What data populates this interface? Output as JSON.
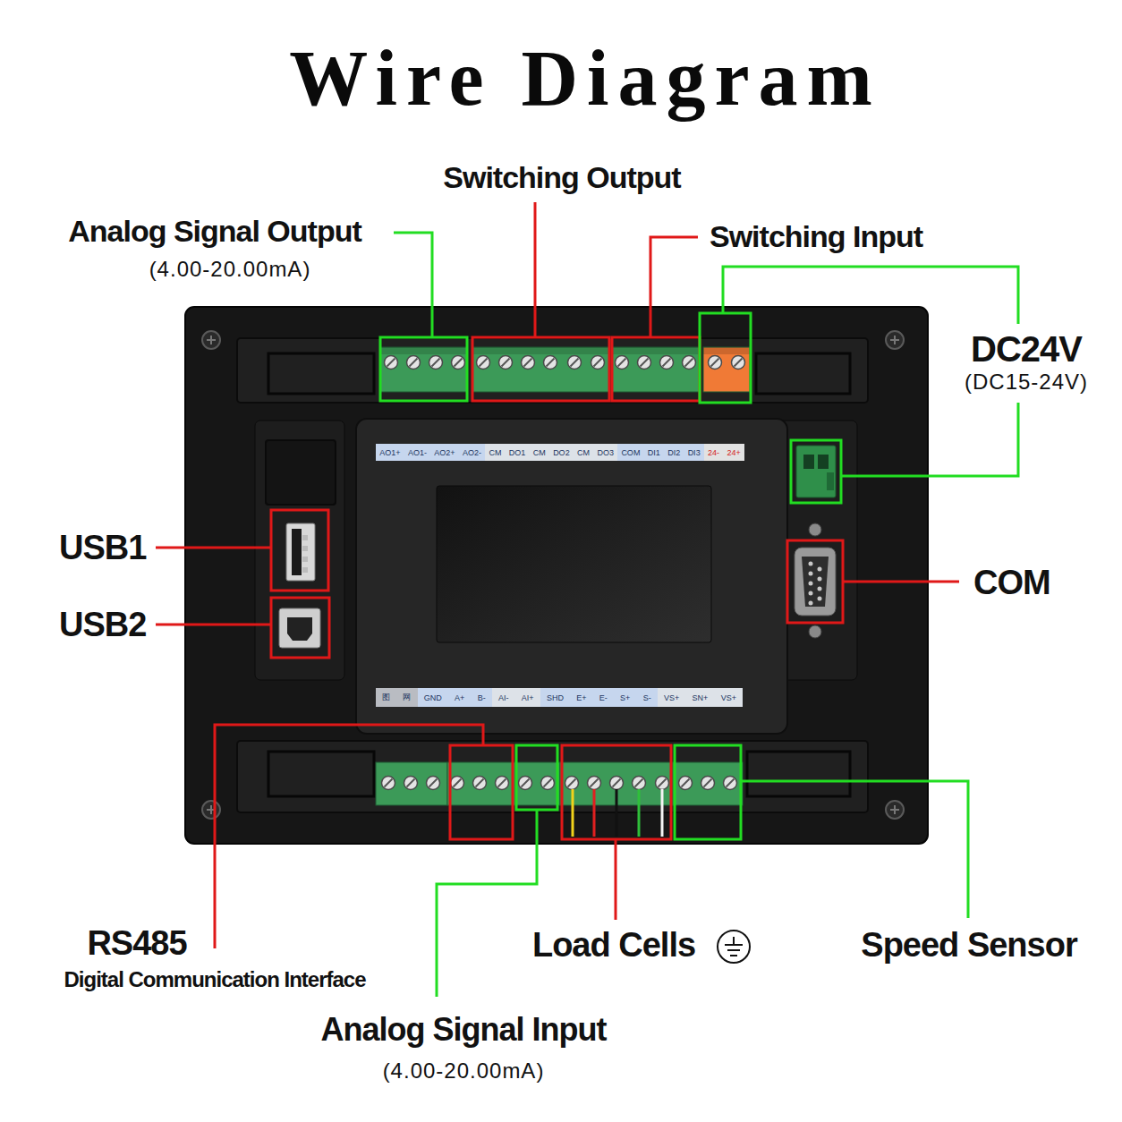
{
  "diagram": {
    "title": "Wire Diagram",
    "nodes": [
      {
        "text": [
          "AO1+",
          "AO1-",
          "AO2+",
          "AO2-",
          "CM",
          "DO1",
          "CM",
          "DO2",
          "CM",
          "DO3",
          "COM",
          "DI1",
          "DI2",
          "DI3",
          "24-",
          "24+"
        ]
      },
      {
        "text": [
          "图",
          "网",
          "GND",
          "A+",
          "B-",
          "AI-",
          "AI+",
          "SHD",
          "E+",
          "E-",
          "S+",
          "S-",
          "VS+",
          "SN+",
          "VS+"
        ]
      }
    ],
    "labels": [
      "Switching Output",
      "Analog Signal Output",
      "(4.00-20.00mA)",
      "Switching Input",
      "DC24V",
      "(DC15-24V)",
      "USB1",
      "COM",
      "USB2",
      "RS485",
      "Load Cells",
      "Speed Sensor",
      "Digital Communication Interface",
      "Analog Signal Input",
      "(4.00-20.00mA)"
    ]
  }
}
